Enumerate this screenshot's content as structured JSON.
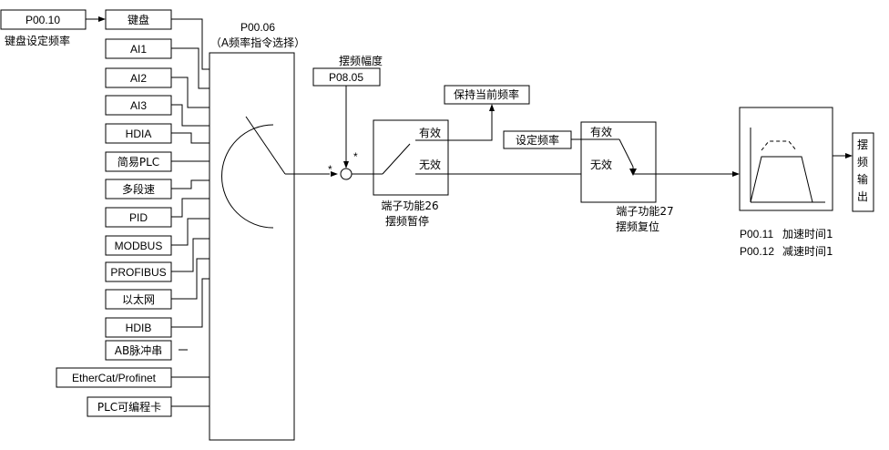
{
  "keypad_param": "P00.10",
  "keypad_caption": "键盘设定频率",
  "selector": {
    "param": "P00.06",
    "caption": "（A频率指令选择）"
  },
  "sources": [
    {
      "label": "键盘",
      "index": "0"
    },
    {
      "label": "AI1",
      "index": "1"
    },
    {
      "label": "AI2",
      "index": "2"
    },
    {
      "label": "AI3",
      "index": "3"
    },
    {
      "label": "HDIA",
      "index": "4"
    },
    {
      "label": "简易PLC",
      "index": "5"
    },
    {
      "label": "多段速",
      "index": "6"
    },
    {
      "label": "PID",
      "index": "7"
    },
    {
      "label": "MODBUS",
      "index": "8"
    },
    {
      "label": "PROFIBUS",
      "index": "9"
    },
    {
      "label": "以太网",
      "index": "10"
    },
    {
      "label": "HDIB",
      "index": "11"
    },
    {
      "label": "AB脉冲串",
      "index": "12"
    },
    {
      "label": "EtherCat/Profinet",
      "index": "13"
    },
    {
      "label": "PLC可编程卡",
      "index": "14"
    }
  ],
  "amplitude": {
    "caption": "摆频幅度",
    "param": "P08.05"
  },
  "junction_marks": {
    "left": "*",
    "right": "*"
  },
  "switch26": {
    "hold_label": "保持当前频率",
    "valid": "有效",
    "invalid": "无效",
    "caption1": "端子功能26",
    "caption2": "摆频暂停"
  },
  "switch27": {
    "set_freq_label": "设定频率",
    "valid": "有效",
    "invalid": "无效",
    "caption1": "端子功能27",
    "caption2": "摆频复位"
  },
  "ramp": {
    "accel_param": "P00.11",
    "accel_label": "加速时间1",
    "decel_param": "P00.12",
    "decel_label": "减速时间1"
  },
  "output": {
    "chars": [
      "摆",
      "频",
      "输",
      "出"
    ]
  }
}
